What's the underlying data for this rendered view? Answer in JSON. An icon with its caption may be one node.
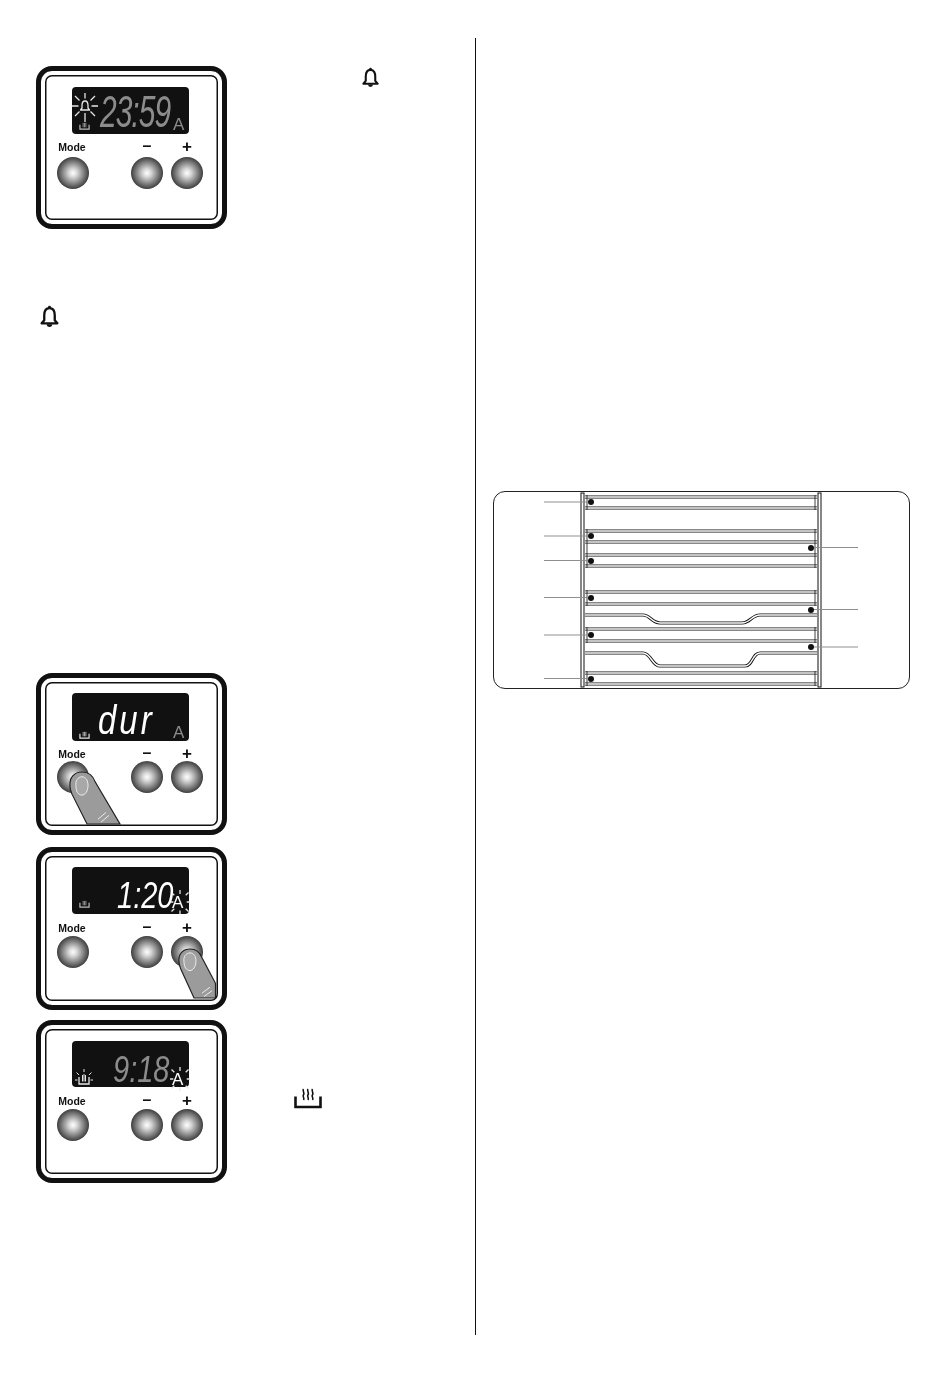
{
  "diagram": {
    "nodes": [
      {
        "text": [
          "Mode",
          "–",
          "+"
        ]
      },
      {
        "text": [
          "23:59",
          "A"
        ],
        "in": 0
      },
      {
        "text": [
          "Mode",
          "–",
          "+"
        ]
      },
      {
        "text": [
          "dur",
          "A"
        ],
        "in": 2
      },
      {
        "text": [
          "Mode",
          "–",
          "+"
        ]
      },
      {
        "text": [
          "1:20",
          "A"
        ],
        "in": 4
      },
      {
        "text": [
          "Mode",
          "–",
          "+"
        ]
      },
      {
        "text": [
          "9:18",
          "A"
        ],
        "in": 6
      },
      {
        "text": [],
        "shape": "circle"
      },
      {
        "text": [],
        "shape": "circle"
      },
      {
        "text": [],
        "shape": "circle"
      },
      {
        "text": [],
        "shape": "circle"
      },
      {
        "text": [],
        "shape": "circle"
      },
      {
        "text": [],
        "shape": "circle"
      },
      {
        "text": [],
        "shape": "circle"
      },
      {
        "text": [],
        "shape": "circle"
      },
      {
        "text": [],
        "shape": "circle"
      }
    ],
    "edges": [
      {
        "from": null,
        "to": 8,
        "arrow": "none"
      },
      {
        "from": null,
        "to": 9,
        "arrow": "none"
      },
      {
        "from": null,
        "to": 10,
        "arrow": "none"
      },
      {
        "from": null,
        "to": 11,
        "arrow": "none"
      },
      {
        "from": null,
        "to": 12,
        "arrow": "none"
      },
      {
        "from": null,
        "to": 13,
        "arrow": "none"
      },
      {
        "from": null,
        "to": 14,
        "arrow": "none"
      },
      {
        "from": null,
        "to": 15,
        "arrow": "none"
      },
      {
        "from": null,
        "to": 16,
        "arrow": "none"
      }
    ]
  }
}
